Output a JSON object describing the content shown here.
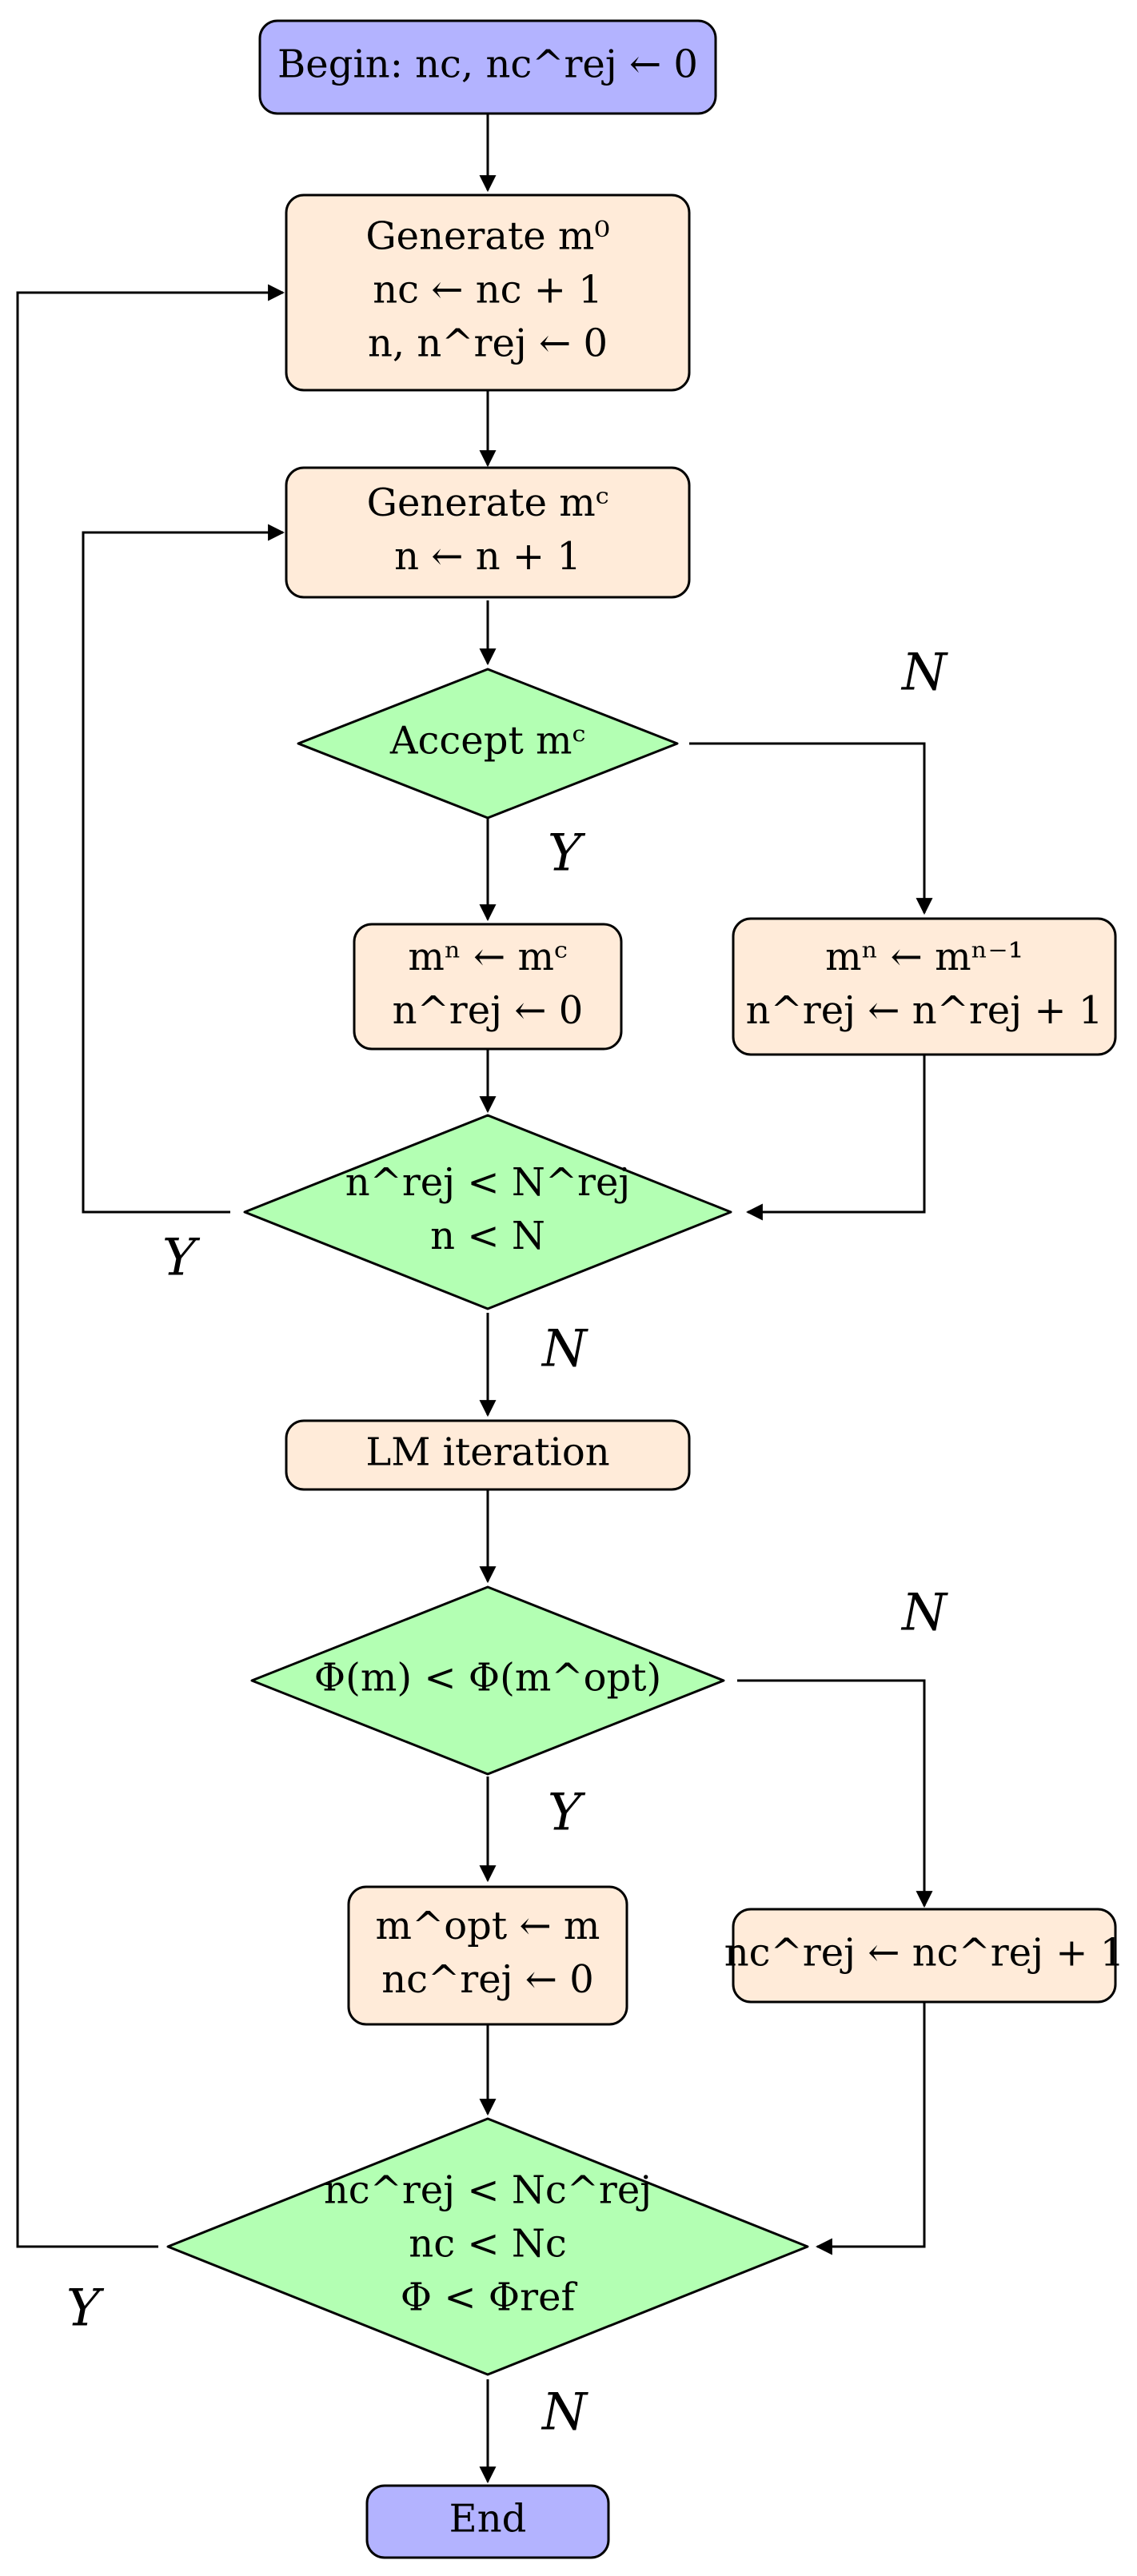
{
  "colors": {
    "terminal_fill": "#b3b3ff",
    "process_fill": "#ffebd9",
    "decision_fill": "#b3ffb3",
    "stroke": "#000000"
  },
  "nodes": {
    "begin": {
      "lines": [
        "Begin: nc, nc^rej ← 0"
      ]
    },
    "generate_m0": {
      "lines": [
        "Generate m⁰",
        "nc ← nc + 1",
        "n, n^rej ← 0"
      ]
    },
    "generate_mc": {
      "lines": [
        "Generate mᶜ",
        "n ← n + 1"
      ]
    },
    "accept_mc": {
      "lines": [
        "Accept mᶜ"
      ]
    },
    "update_accept": {
      "lines": [
        "mⁿ ← mᶜ",
        "n^rej ← 0"
      ]
    },
    "update_reject": {
      "lines": [
        "mⁿ ← mⁿ⁻¹",
        "n^rej ← n^rej + 1"
      ]
    },
    "inner_loop_check": {
      "lines": [
        "n^rej < N^rej",
        "n < N"
      ]
    },
    "lm_iteration": {
      "lines": [
        "LM iteration"
      ]
    },
    "objective_check": {
      "lines": [
        "Φ(m) < Φ(m^opt)"
      ]
    },
    "update_opt": {
      "lines": [
        "m^opt ← m",
        "nc^rej ← 0"
      ]
    },
    "increment_nc_rej": {
      "lines": [
        "nc^rej ← nc^rej + 1"
      ]
    },
    "outer_loop_check": {
      "lines": [
        "nc^rej < Nc^rej",
        "nc < Nc",
        "Φ < Φref"
      ]
    },
    "end": {
      "lines": [
        "End"
      ]
    }
  },
  "edge_labels": {
    "accept_no": "N",
    "accept_yes": "Y",
    "inner_yes": "Y",
    "inner_no": "N",
    "objective_no": "N",
    "objective_yes": "Y",
    "outer_yes": "Y",
    "outer_no": "N"
  }
}
